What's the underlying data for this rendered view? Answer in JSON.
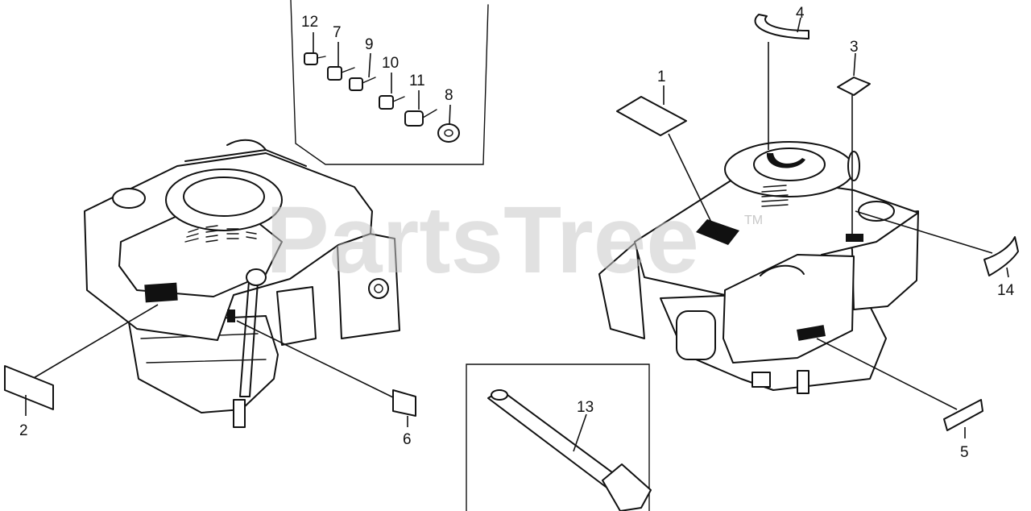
{
  "watermark": {
    "text": "PartsTree",
    "trademark": "TM"
  },
  "callouts": {
    "c1": "1",
    "c2": "2",
    "c3": "3",
    "c4": "4",
    "c5": "5",
    "c6": "6",
    "c7": "7",
    "c8": "8",
    "c9": "9",
    "c10": "10",
    "c11": "11",
    "c12": "12",
    "c13": "13",
    "c14": "14"
  },
  "colors": {
    "ink": "#111111",
    "watermark": "#c8c8c8",
    "background": "#ffffff"
  }
}
